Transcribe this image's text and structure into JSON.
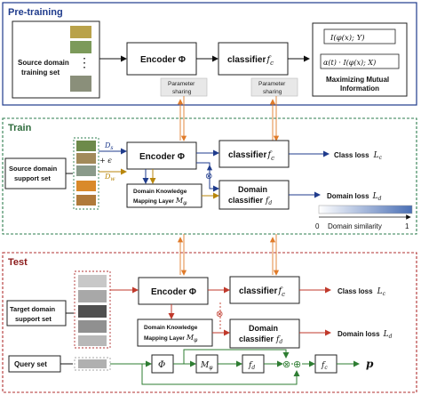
{
  "sections": {
    "pretraining": {
      "title": "Pre-training",
      "source_label_line1": "Source domain",
      "source_label_line2": "training set",
      "encoder": "Encoder Φ",
      "classifier": "classifier",
      "classifier_sym": "f",
      "classifier_sub": "c",
      "param_sharing_1_line1": "Parameter",
      "param_sharing_1_line2": "sharing",
      "param_sharing_2_line1": "Parameter",
      "param_sharing_2_line2": "sharing",
      "mi_formula_1": "I",
      "mi_formula_1_rest": "(φ(x); Y)",
      "mi_formula_2": "α(t) · I",
      "mi_formula_2_rest": "(φ(x); X)",
      "mi_title_line1": "Maximizing Mutual",
      "mi_title_line2": "Information",
      "ellipsis": "⋮"
    },
    "train": {
      "title": "Train",
      "source_label_line1": "Source domain",
      "source_label_line2": "support set",
      "ds_label": "D",
      "ds_sub": "s",
      "dw_label": "D",
      "dw_sub": "w",
      "plus_eps": "+ ϵ",
      "encoder": "Encoder Φ",
      "classifier": "classifier",
      "classifier_sym": "f",
      "classifier_sub": "c",
      "dkml_line1": "Domain Knowledge",
      "dkml_line2": "Mapping Layer",
      "dkml_sym": "M",
      "dkml_sub": "φ",
      "domain_clf_line1": "Domain",
      "domain_clf_line2": "classifier",
      "domain_clf_sym": "f",
      "domain_clf_sub": "d",
      "class_loss": "Class loss",
      "class_loss_sym": "L",
      "class_loss_sub": "c",
      "domain_loss": "Domain loss",
      "domain_loss_sym": "L",
      "domain_loss_sub": "d",
      "scale_min": "0",
      "scale_label": "Domain similarity",
      "scale_max": "1",
      "otimes": "⊗"
    },
    "test": {
      "title": "Test",
      "target_label_line1": "Target domain",
      "target_label_line2": "support set",
      "encoder": "Encoder Φ",
      "classifier": "classifier",
      "classifier_sym": "f",
      "classifier_sub": "c",
      "dkml_line1": "Domain Knowledge",
      "dkml_line2": "Mapping Layer",
      "dkml_sym": "M",
      "dkml_sub": "φ",
      "domain_clf_line1": "Domain",
      "domain_clf_line2": "classifier",
      "domain_clf_sym": "f",
      "domain_clf_sub": "d",
      "class_loss": "Class loss",
      "class_loss_sym": "L",
      "class_loss_sub": "c",
      "domain_loss": "Domain loss",
      "domain_loss_sym": "L",
      "domain_loss_sub": "d",
      "query_label": "Query set",
      "phi": "Φ",
      "m_sym": "M",
      "m_sub": "φ",
      "fd_sym": "f",
      "fd_sub": "d",
      "fc_sym": "f",
      "fc_sub": "c",
      "otimes": "⊗",
      "oplus": "⊕",
      "output": "p"
    }
  },
  "colors": {
    "pretraining_border": "#1f3b8c",
    "train_border": "#2e7d4f",
    "test_border": "#b03030",
    "arrow_blue": "#1f3b8c",
    "arrow_red": "#c0392b",
    "arrow_orange": "#e07b2a",
    "arrow_green": "#2e7d32",
    "arrow_gold": "#b8860b",
    "title_blue": "#1f3b8c",
    "title_green": "#2e6b3c",
    "title_red": "#8b1a1a"
  }
}
